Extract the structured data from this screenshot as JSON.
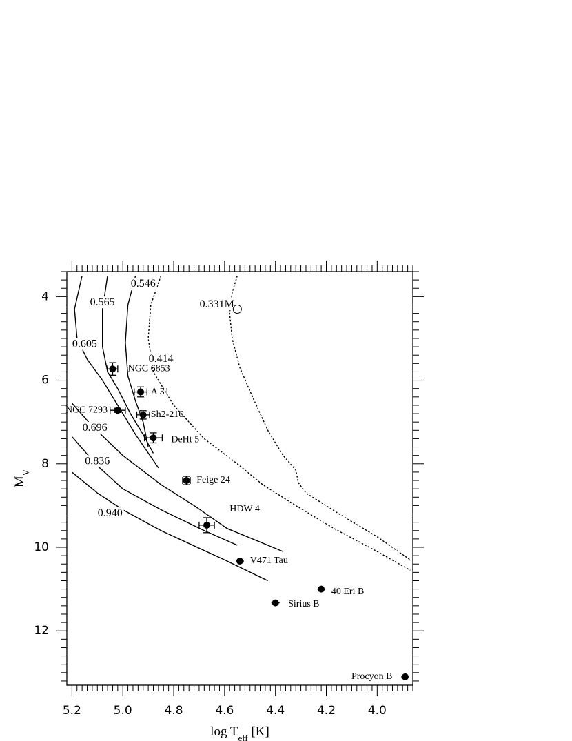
{
  "chart_data": {
    "type": "scatter",
    "title": "",
    "xlabel": {
      "main": "log T",
      "sub": "eff",
      "unit": " [K]"
    },
    "ylabel": {
      "main": "M",
      "sub": "V"
    },
    "xlim": [
      5.22,
      3.86
    ],
    "ylim": [
      13.3,
      3.4
    ],
    "x_ticks": [
      5.2,
      5.0,
      4.8,
      4.6,
      4.4,
      4.2,
      4.0
    ],
    "x_tick_labels": [
      "5.2",
      "5.0",
      "4.8",
      "4.6",
      "4.4",
      "4.2",
      "4.0"
    ],
    "y_ticks": [
      4,
      6,
      8,
      10,
      12
    ],
    "y_tick_labels": [
      "4",
      "6",
      "8",
      "10",
      "12"
    ],
    "grid": false,
    "stars": [
      {
        "name": "NGC 6853",
        "x": 5.04,
        "y": 5.73,
        "xerr": 0.02,
        "yerr": 0.15,
        "label_dx": 0.06,
        "label_dy": 0.0,
        "anchor": "start"
      },
      {
        "name": "A 31",
        "x": 4.93,
        "y": 6.28,
        "xerr": 0.025,
        "yerr": 0.12,
        "label_dx": 0.04,
        "label_dy": 0.0,
        "anchor": "start"
      },
      {
        "name": "NGC 7293",
        "x": 5.02,
        "y": 6.72,
        "xerr": 0.03,
        "yerr": 0.05,
        "label_dx": -0.04,
        "label_dy": 0.0,
        "anchor": "end"
      },
      {
        "name": "Sh2-216",
        "x": 4.92,
        "y": 6.83,
        "xerr": 0.025,
        "yerr": 0.1,
        "label_dx": 0.03,
        "label_dy": 0.0,
        "anchor": "start"
      },
      {
        "name": "DeHt 5",
        "x": 4.88,
        "y": 7.38,
        "xerr": 0.035,
        "yerr": 0.12,
        "label_dx": 0.07,
        "label_dy": 0.05,
        "anchor": "start"
      },
      {
        "name": "Feige 24",
        "x": 4.75,
        "y": 8.4,
        "xerr": 0.015,
        "yerr": 0.1,
        "label_dx": 0.04,
        "label_dy": 0.0,
        "anchor": "start"
      },
      {
        "name": "HDW 4",
        "x": 4.67,
        "y": 9.47,
        "xerr": 0.03,
        "yerr": 0.18,
        "label_dx": 0.09,
        "label_dy": -0.38,
        "anchor": "start"
      },
      {
        "name": "V471 Tau",
        "x": 4.54,
        "y": 10.33,
        "xerr": 0.0,
        "yerr": 0.0,
        "label_dx": 0.04,
        "label_dy": 0.0,
        "anchor": "start"
      },
      {
        "name": "40 Eri B",
        "x": 4.22,
        "y": 11.0,
        "xerr": 0.0,
        "yerr": 0.0,
        "label_dx": 0.04,
        "label_dy": 0.07,
        "anchor": "start"
      },
      {
        "name": "Sirius B",
        "x": 4.4,
        "y": 11.33,
        "xerr": 0.0,
        "yerr": 0.0,
        "label_dx": 0.05,
        "label_dy": 0.04,
        "anchor": "start"
      },
      {
        "name": "Procyon B",
        "x": 3.89,
        "y": 13.1,
        "xerr": 0.0,
        "yerr": 0.0,
        "label_dx": -0.05,
        "label_dy": 0.0,
        "anchor": "end"
      }
    ],
    "open_marker": {
      "x": 4.55,
      "y": 4.3
    },
    "series": [
      {
        "name": "0.331M",
        "dash": true,
        "label_x": 4.63,
        "label_y": 4.2,
        "points": [
          [
            4.55,
            3.5
          ],
          [
            4.57,
            3.9
          ],
          [
            4.58,
            4.4
          ],
          [
            4.57,
            5.0
          ],
          [
            4.54,
            5.7
          ],
          [
            4.49,
            6.4
          ],
          [
            4.43,
            7.2
          ],
          [
            4.37,
            7.8
          ],
          [
            4.32,
            8.15
          ],
          [
            4.31,
            8.45
          ],
          [
            4.28,
            8.7
          ],
          [
            4.15,
            9.2
          ],
          [
            4.0,
            9.75
          ],
          [
            3.87,
            10.3
          ]
        ]
      },
      {
        "name": "0.414",
        "dash": true,
        "label_x": 4.85,
        "label_y": 5.5,
        "points": [
          [
            4.85,
            3.5
          ],
          [
            4.89,
            4.2
          ],
          [
            4.9,
            5.0
          ],
          [
            4.88,
            5.8
          ],
          [
            4.8,
            6.6
          ],
          [
            4.68,
            7.4
          ],
          [
            4.55,
            8.0
          ],
          [
            4.45,
            8.5
          ],
          [
            4.32,
            9.0
          ],
          [
            4.17,
            9.55
          ],
          [
            4.0,
            10.1
          ],
          [
            3.87,
            10.55
          ]
        ]
      },
      {
        "name": "0.546",
        "dash": false,
        "label_x": 4.92,
        "label_y": 3.7,
        "points": [
          [
            4.95,
            3.5
          ],
          [
            4.98,
            4.2
          ],
          [
            4.99,
            5.1
          ],
          [
            4.98,
            5.9
          ],
          [
            4.95,
            6.5
          ],
          [
            4.92,
            7.0
          ],
          [
            4.9,
            7.6
          ]
        ]
      },
      {
        "name": "0.565",
        "dash": false,
        "label_x": 5.08,
        "label_y": 4.15,
        "points": [
          [
            5.06,
            3.5
          ],
          [
            5.08,
            4.3
          ],
          [
            5.08,
            5.2
          ],
          [
            5.06,
            5.8
          ],
          [
            5.02,
            6.2
          ],
          [
            4.97,
            6.8
          ],
          [
            4.92,
            7.3
          ],
          [
            4.88,
            7.75
          ]
        ]
      },
      {
        "name": "0.605",
        "dash": false,
        "label_x": 5.15,
        "label_y": 5.15,
        "points": [
          [
            5.16,
            3.5
          ],
          [
            5.19,
            4.3
          ],
          [
            5.18,
            5.0
          ],
          [
            5.14,
            5.5
          ],
          [
            5.08,
            6.0
          ],
          [
            5.02,
            6.6
          ],
          [
            4.95,
            7.3
          ],
          [
            4.86,
            8.1
          ]
        ]
      },
      {
        "name": "0.696",
        "dash": false,
        "label_x": 5.11,
        "label_y": 7.15,
        "points": [
          [
            5.2,
            6.55
          ],
          [
            5.12,
            7.1
          ],
          [
            5.0,
            7.8
          ],
          [
            4.85,
            8.5
          ],
          [
            4.72,
            9.0
          ],
          [
            4.59,
            9.55
          ],
          [
            4.37,
            10.1
          ]
        ]
      },
      {
        "name": "0.836",
        "dash": false,
        "label_x": 5.1,
        "label_y": 7.95,
        "points": [
          [
            5.2,
            7.35
          ],
          [
            5.1,
            8.05
          ],
          [
            5.0,
            8.6
          ],
          [
            4.85,
            9.1
          ],
          [
            4.68,
            9.6
          ],
          [
            4.55,
            9.95
          ]
        ]
      },
      {
        "name": "0.940",
        "dash": false,
        "label_x": 5.05,
        "label_y": 9.2,
        "points": [
          [
            5.2,
            8.2
          ],
          [
            5.1,
            8.7
          ],
          [
            5.0,
            9.1
          ],
          [
            4.85,
            9.6
          ],
          [
            4.6,
            10.3
          ],
          [
            4.43,
            10.8
          ]
        ]
      }
    ]
  }
}
